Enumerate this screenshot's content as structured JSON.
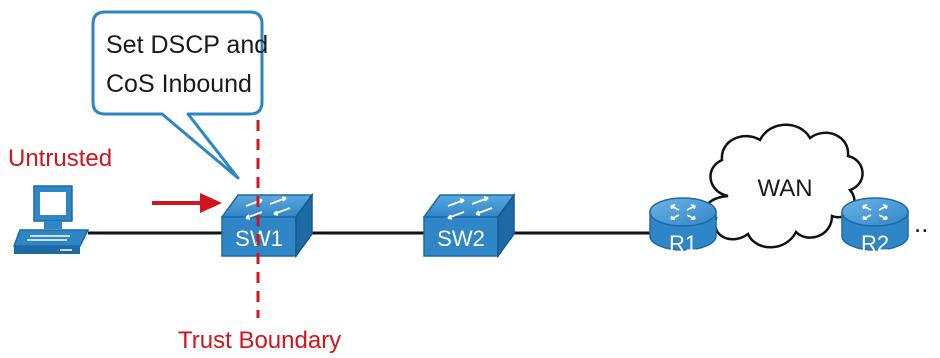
{
  "callout": {
    "line1": "Set DSCP and",
    "line2": "CoS Inbound"
  },
  "labels": {
    "untrusted": "Untrusted",
    "trust_boundary": "Trust Boundary",
    "wan": "WAN",
    "ellipsis": ".."
  },
  "devices": {
    "sw1": "SW1",
    "sw2": "SW2",
    "r1": "R1",
    "r2": "R2"
  },
  "colors": {
    "device_blue": "#2f86c6",
    "device_blue_dark": "#1d6aa5",
    "callout_border": "#2b86c5",
    "highlight_red": "#d0161c",
    "link_black": "#111111"
  },
  "icons": {
    "pc": "pc-icon",
    "switch": "switch-icon",
    "router": "router-icon",
    "cloud": "cloud-icon",
    "arrow": "arrow-right-icon"
  }
}
